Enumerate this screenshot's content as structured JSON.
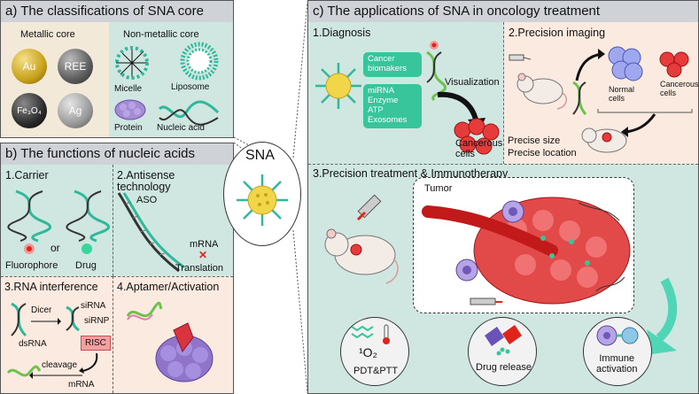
{
  "panel_a": {
    "title": "a)  The classifications of SNA core",
    "metallic_label": "Metallic core",
    "nonmetallic_label": "Non-metallic core",
    "cores": {
      "au": "Au",
      "ree": "REE",
      "fe": "Fe₃O₄",
      "ag": "Ag"
    },
    "micelle": "Micelle",
    "liposome": "Liposome",
    "protein": "Protein",
    "nucleic_acid": "Nucleic acid",
    "colors": {
      "au": "#c8a21a",
      "ree": "#5c5c5c",
      "fe": "#2b2b2b",
      "ag": "#9a9a9a"
    }
  },
  "panel_b": {
    "title": "b)  The functions of nucleic acids",
    "carrier": "1.Carrier",
    "fluorophore": "Fluorophore",
    "or": "or",
    "drug": "Drug",
    "antisense_title": "2.Antisense\ntechnology",
    "aso": "ASO",
    "mrna": "mRNA",
    "translation": "Translation",
    "rnai_title": "3.RNA interference",
    "dicer": "Dicer",
    "sirna": "siRNA",
    "sirnp": "siRNP",
    "dsrna": "dsRNA",
    "risc": "RISC",
    "cleavage": "cleavage",
    "mrna2": "mRNA",
    "aptamer_title": "4.Aptamer/Activation"
  },
  "center": {
    "label": "SNA"
  },
  "panel_c": {
    "title": "c)  The applications of SNA in oncology treatment",
    "diagnosis": "1.Diagnosis",
    "biomarkers": "Cancer\nbiomakers",
    "targets": "miRNA\nEnzyme\nATP\nExosomes",
    "visualization": "Visualization",
    "cancerous_cells": "Cancerous\ncells",
    "imaging_title": "2.Precision imaging",
    "normal_cells": "Normal\ncells",
    "cancerous_cells2": "Cancerous\ncells",
    "precise_size": "Precise size",
    "precise_location": "Precise location",
    "treatment_title": "3.Precision treatment & Immunotherapy",
    "tumor": "Tumor",
    "pdt_o2": "¹O₂",
    "pdt": "PDT&PTT",
    "drug_release": "Drug release",
    "immune": "Immune\nactivation"
  }
}
